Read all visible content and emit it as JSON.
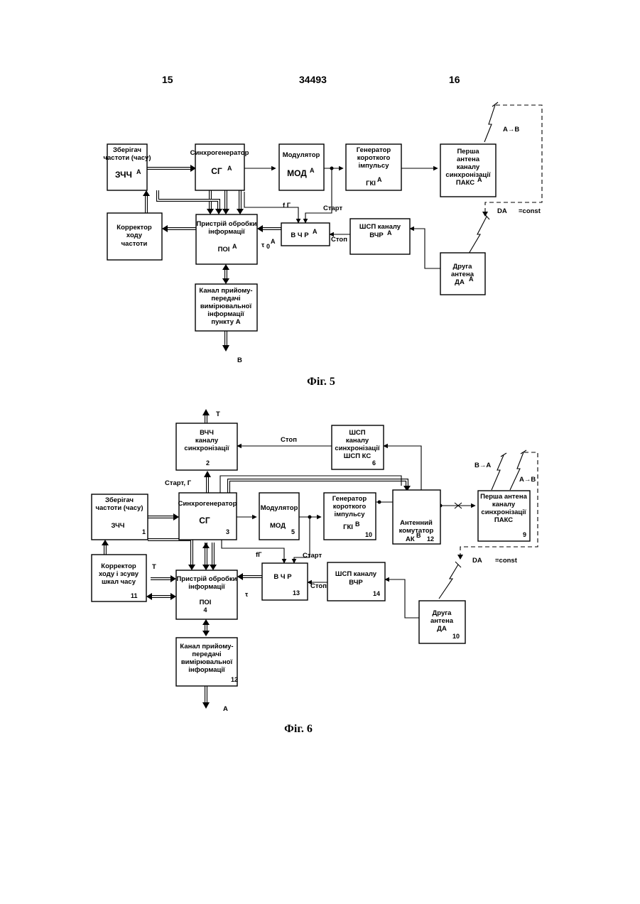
{
  "header": {
    "left": "15",
    "center": "34493",
    "right": "16"
  },
  "fig5": {
    "caption": "Фіг. 5",
    "zch": {
      "l1": "Зберігач",
      "l2": "частоти (часу)",
      "l3": "ЗЧЧ",
      "sup": "А"
    },
    "sg": {
      "l1": "Синхрогенератор",
      "l2": "СГ",
      "sup": "А"
    },
    "mod": {
      "l1": "Модулятор",
      "l2": "МОД",
      "sup": "А"
    },
    "gki": {
      "l1": "Генератор",
      "l2": "короткого",
      "l3": "імпульсу",
      "l4": "ГКІ",
      "sup": "А"
    },
    "ant1": {
      "l1": "Перша",
      "l2": "антена",
      "l3": "каналу",
      "l4": "синхронізації",
      "l5": "ПАКС",
      "sup": "А"
    },
    "korr": {
      "l1": "Корректор",
      "l2": "ходу",
      "l3": "частоти"
    },
    "poi": {
      "l1": "Пристрій обробки",
      "l2": "інформації",
      "l3": "ПОІ",
      "sup": "А"
    },
    "vchr": {
      "l1": "В Ч Р",
      "sup": "А"
    },
    "shsp": {
      "l1": "ШСП каналу",
      "l2": "ВЧР",
      "sup": "А"
    },
    "ant2": {
      "l1": "Друга",
      "l2": "антена",
      "l3": "ДА",
      "sup": "А"
    },
    "kanal": {
      "l1": "Канал прийому-",
      "l2": "передачі",
      "l3": "вимірювальної",
      "l4": "інформації",
      "l5": "пункту А"
    },
    "start": "Старт",
    "stop": "Стоп",
    "fg": "f Г",
    "tau": "τ",
    "tau_sub": "0",
    "tau_sup": "А",
    "ab": "А→В",
    "dist": "DА",
    "dist_eq": "=const",
    "out": "В"
  },
  "fig6": {
    "caption": "Фіг. 6",
    "vchk": {
      "l1": "ВЧЧ",
      "l2": "каналу",
      "l3": "синхронізації",
      "n": "2"
    },
    "shsp": {
      "l1": "ШСП",
      "l2": "каналу",
      "l3": "синхронізації",
      "l4": "ШСП КС",
      "n": "6"
    },
    "zch": {
      "l1": "Зберігач",
      "l2": "частоти (часу)",
      "l3": "ЗЧЧ",
      "n": "1"
    },
    "sg": {
      "l1": "Синхрогенератор",
      "l2": "СГ",
      "n": "3"
    },
    "mod": {
      "l1": "Модулятор",
      "l2": "МОД",
      "n": "5"
    },
    "gki": {
      "l1": "Генератор",
      "l2": "короткого",
      "l3": "імпульсу",
      "l4": "ГКІ",
      "sup": "В",
      "n": "10"
    },
    "ak": {
      "l1": "Антенний",
      "l2": "комутатор",
      "l3": "АК",
      "sup": "В",
      "n": "12"
    },
    "ant1": {
      "l1": "Перша антена",
      "l2": "каналу",
      "l3": "синхронізації",
      "l4": "ПАКС",
      "n": "9"
    },
    "korr": {
      "l1": "Корректор",
      "l2": "ходу і зсуву",
      "l3": "шкал часу",
      "n": "11"
    },
    "poi": {
      "l1": "Пристрій обробки",
      "l2": "інформації",
      "l3": "ПОІ",
      "n": "4"
    },
    "vchr": {
      "l1": "В Ч Р",
      "n": "13"
    },
    "shsp2": {
      "l1": "ШСП каналу",
      "l2": "ВЧР",
      "n": "14"
    },
    "ant2": {
      "l1": "Друга",
      "l2": "антена",
      "l3": "ДА",
      "n": "10"
    },
    "kanal": {
      "l1": "Канал прийому-",
      "l2": "передачі",
      "l3": "вимірювальної",
      "l4": "інформації",
      "n": "12"
    },
    "stop_top": "Стоп",
    "start_fg": "Старт, Г",
    "fg": "fГ",
    "start": "Старт",
    "stop": "Стоп",
    "tt": "Т",
    "tt2": "Т",
    "tau": "τ",
    "ba": "В→А",
    "ab": "А→В",
    "dist": "DА",
    "dist_eq": "=const",
    "out": "А"
  }
}
